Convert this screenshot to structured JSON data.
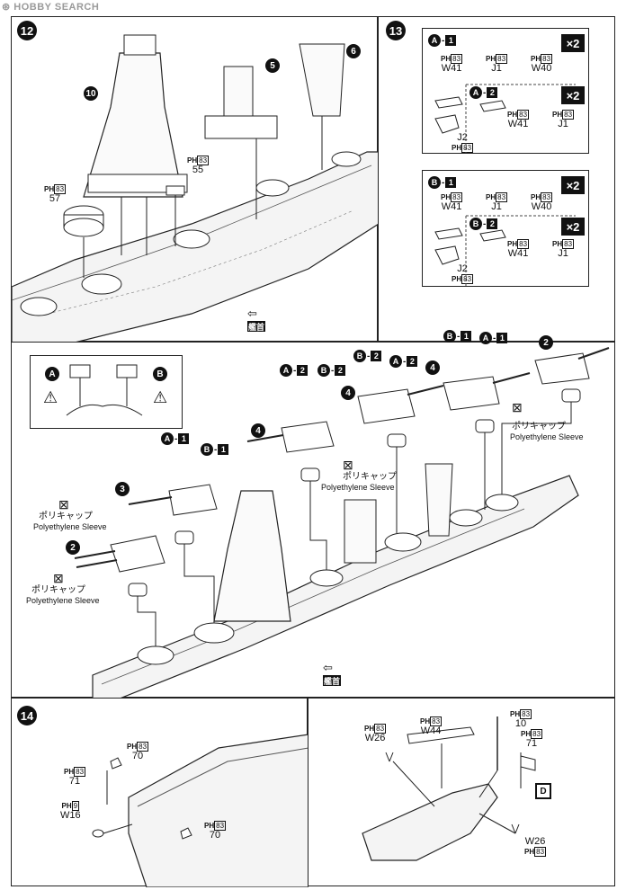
{
  "watermark": {
    "brand": "HOBBY SEARCH"
  },
  "steps": {
    "s12": "12",
    "s13": "13",
    "s14": "14"
  },
  "parts": {
    "p10": "10",
    "p5": "5",
    "p6": "6",
    "p4": "4",
    "p3": "3",
    "p2": "2"
  },
  "runner": {
    "ph": "PH",
    "b83": "83",
    "b9": "9"
  },
  "labels": {
    "n57": "57",
    "n55": "55",
    "w41": "W41",
    "j1": "J1",
    "w40": "W40",
    "j2": "J2",
    "n70": "70",
    "n71": "71",
    "w16": "W16",
    "w44": "W44",
    "w26": "W26",
    "n10": "10"
  },
  "subs": {
    "A": "A",
    "B": "B",
    "one": "1",
    "two": "2"
  },
  "qty": "×2",
  "polycap": {
    "ja": "ポリキャップ",
    "en": "Polyethylene Sleeve"
  },
  "bow": "艦首",
  "decal": "D"
}
